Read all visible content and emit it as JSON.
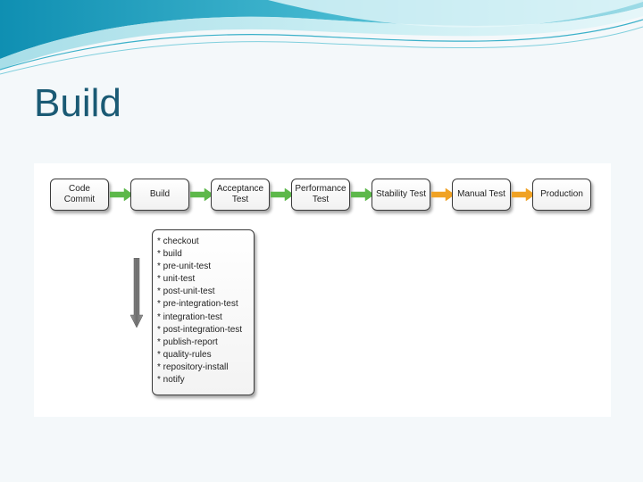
{
  "slide": {
    "title": "Build"
  },
  "pipeline": {
    "stages": [
      "Code\nCommit",
      "Build",
      "Acceptance\nTest",
      "Performance\nTest",
      "Stability Test",
      "Manual Test",
      "Production"
    ],
    "connector_colors": [
      "#5db84a",
      "#5db84a",
      "#5db84a",
      "#5db84a",
      "#f0a224",
      "#f0a224"
    ]
  },
  "build_steps": [
    "* checkout",
    "* build",
    "* pre-unit-test",
    "* unit-test",
    "* post-unit-test",
    "* pre-integration-test",
    "* integration-test",
    "* post-integration-test",
    "* publish-report",
    "* quality-rules",
    "* repository-install",
    "* notify"
  ],
  "theme": {
    "title_color": "#1a5a74",
    "wave_colors": [
      "#2aa6c4",
      "#7fd3e0",
      "#bfe9f0"
    ],
    "sequence_arrow_color": "#7a7a7a"
  }
}
